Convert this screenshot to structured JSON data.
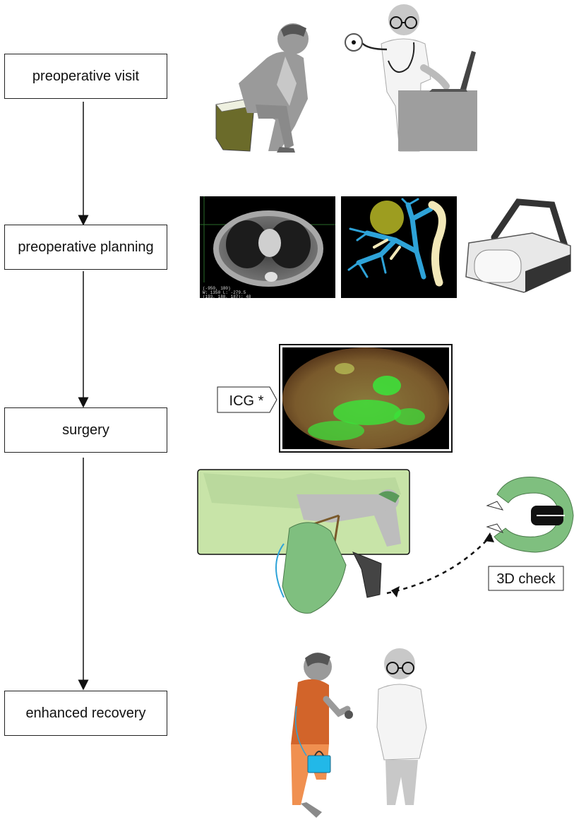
{
  "stages": [
    {
      "id": "preop-visit",
      "label": "preoperative visit"
    },
    {
      "id": "preop-planning",
      "label": "preoperative planning"
    },
    {
      "id": "surgery",
      "label": "surgery"
    },
    {
      "id": "recovery",
      "label": "enhanced recovery"
    }
  ],
  "annotations": {
    "icg": "ICG *",
    "check3d": "3D check"
  },
  "ct_readout": {
    "line1": "(-950, 180)",
    "line2": "W: 1350  L: -279.5",
    "line3": "(193, 188, 187): 48"
  },
  "colors": {
    "patient_gray": "#9a9a9a",
    "olive_stool": "#6b6b2a",
    "surgical_green": "#7fbf7f",
    "vessel_blue": "#2ea3d8",
    "bone_beige": "#f2e8b8",
    "fluorescence_green": "#39e63a",
    "recovery_orange": "#d2642a",
    "bag_cyan": "#22b8e8"
  }
}
